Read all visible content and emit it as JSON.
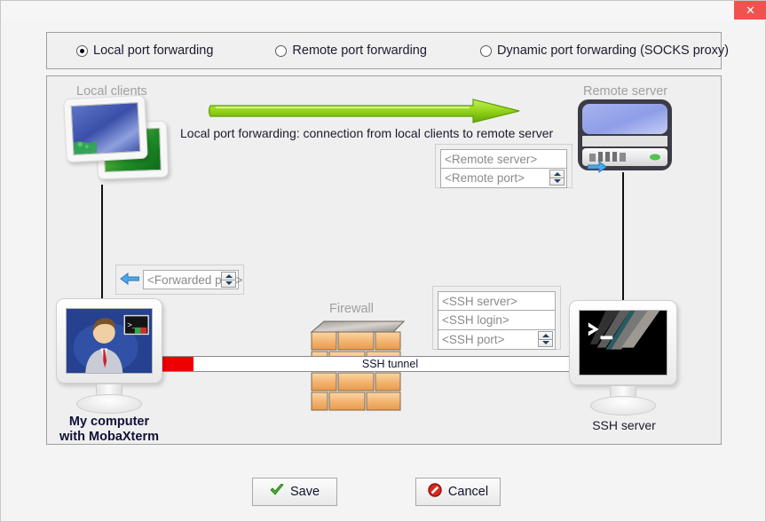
{
  "window": {
    "close_label": "✕"
  },
  "modes": {
    "options": [
      {
        "label": "Local port forwarding",
        "selected": true
      },
      {
        "label": "Remote port forwarding",
        "selected": false
      },
      {
        "label": "Dynamic port forwarding (SOCKS proxy)",
        "selected": false
      }
    ]
  },
  "diagram": {
    "local_clients_caption": "Local clients",
    "remote_server_caption": "Remote server",
    "arrow_description": "Local port forwarding: connection from local clients to remote server",
    "firewall_caption": "Firewall",
    "tunnel_label": "SSH tunnel",
    "my_computer_line1": "My computer",
    "my_computer_line2": "with MobaXterm",
    "ssh_server_caption": "SSH server",
    "remote_fields": {
      "server_placeholder": "<Remote server>",
      "port_placeholder": "<Remote port>"
    },
    "forwarded_field": {
      "placeholder": "<Forwarded port>"
    },
    "ssh_fields": {
      "server_placeholder": "<SSH server>",
      "login_placeholder": "<SSH login>",
      "port_placeholder": "<SSH port>"
    }
  },
  "buttons": {
    "save_label": "Save",
    "cancel_label": "Cancel"
  },
  "colors": {
    "accent_green": "#8cd317",
    "close_red": "#ef5350",
    "tunnel_red": "#ee0000",
    "blue_arrow": "#3f9ae0",
    "panel_bg": "#efefef"
  }
}
